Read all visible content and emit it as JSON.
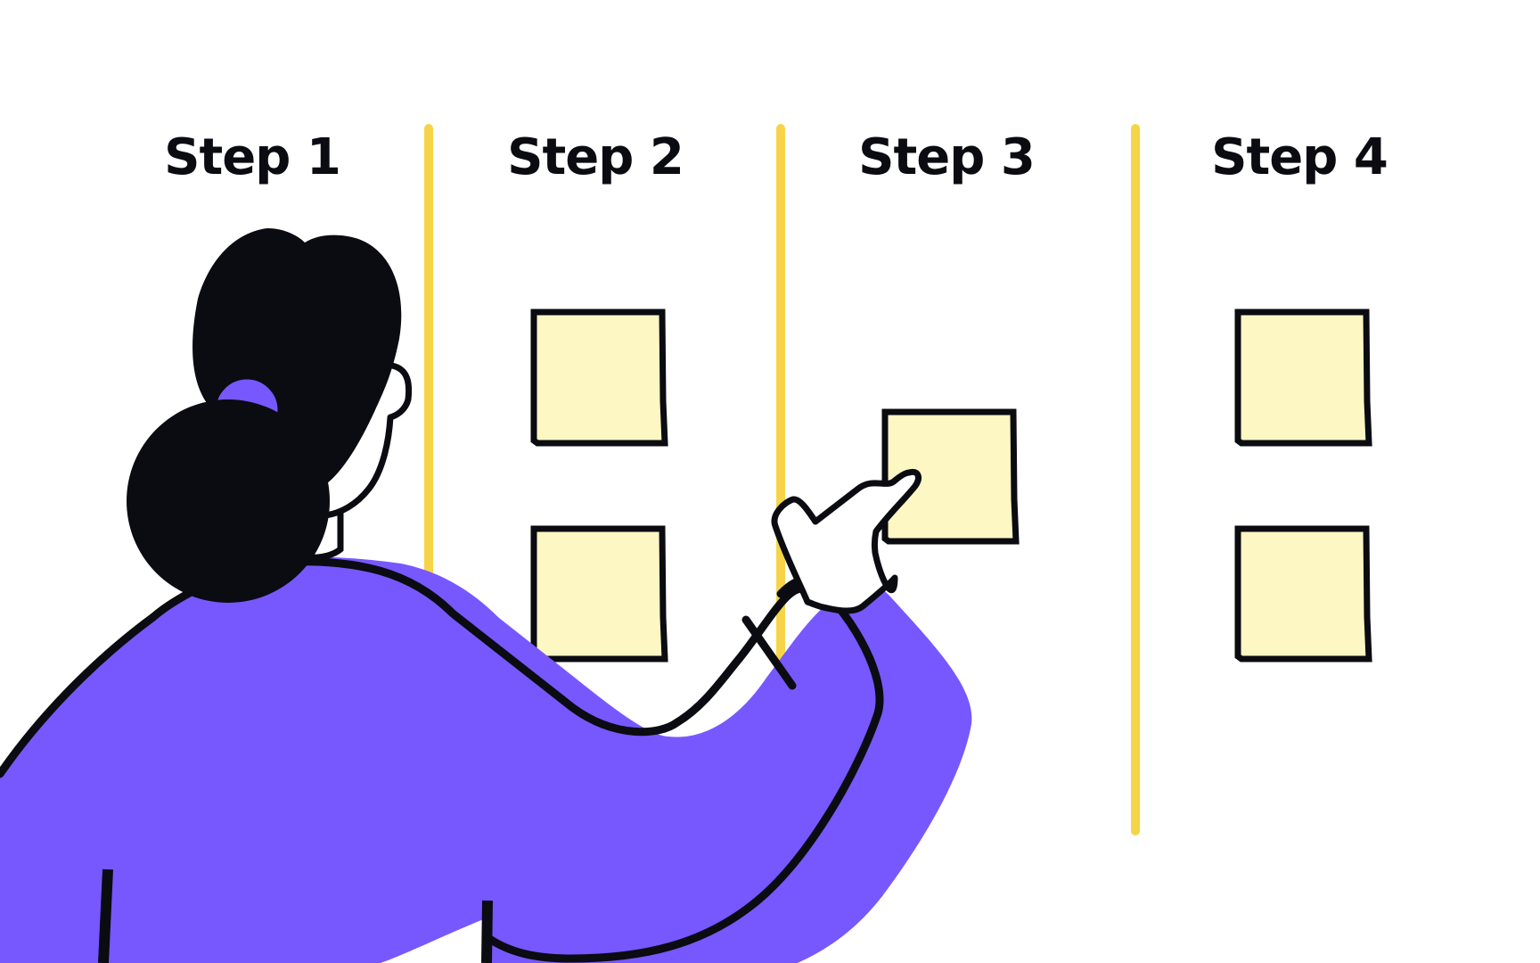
{
  "board": {
    "columns": [
      {
        "title": "Step 1"
      },
      {
        "title": "Step 2"
      },
      {
        "title": "Step 3"
      },
      {
        "title": "Step 4"
      }
    ]
  },
  "colors": {
    "background": "#ffffff",
    "divider": "#f5d547",
    "sticky_note_fill": "#fdf7c3",
    "outline": "#0b0b12",
    "sweater": "#7758ff",
    "hair": "#0b0b12",
    "skin": "#ffffff"
  },
  "illustration": {
    "subject": "person placing sticky notes on a step board",
    "icons": [
      "person-illustration",
      "sticky-note",
      "column-divider"
    ]
  }
}
